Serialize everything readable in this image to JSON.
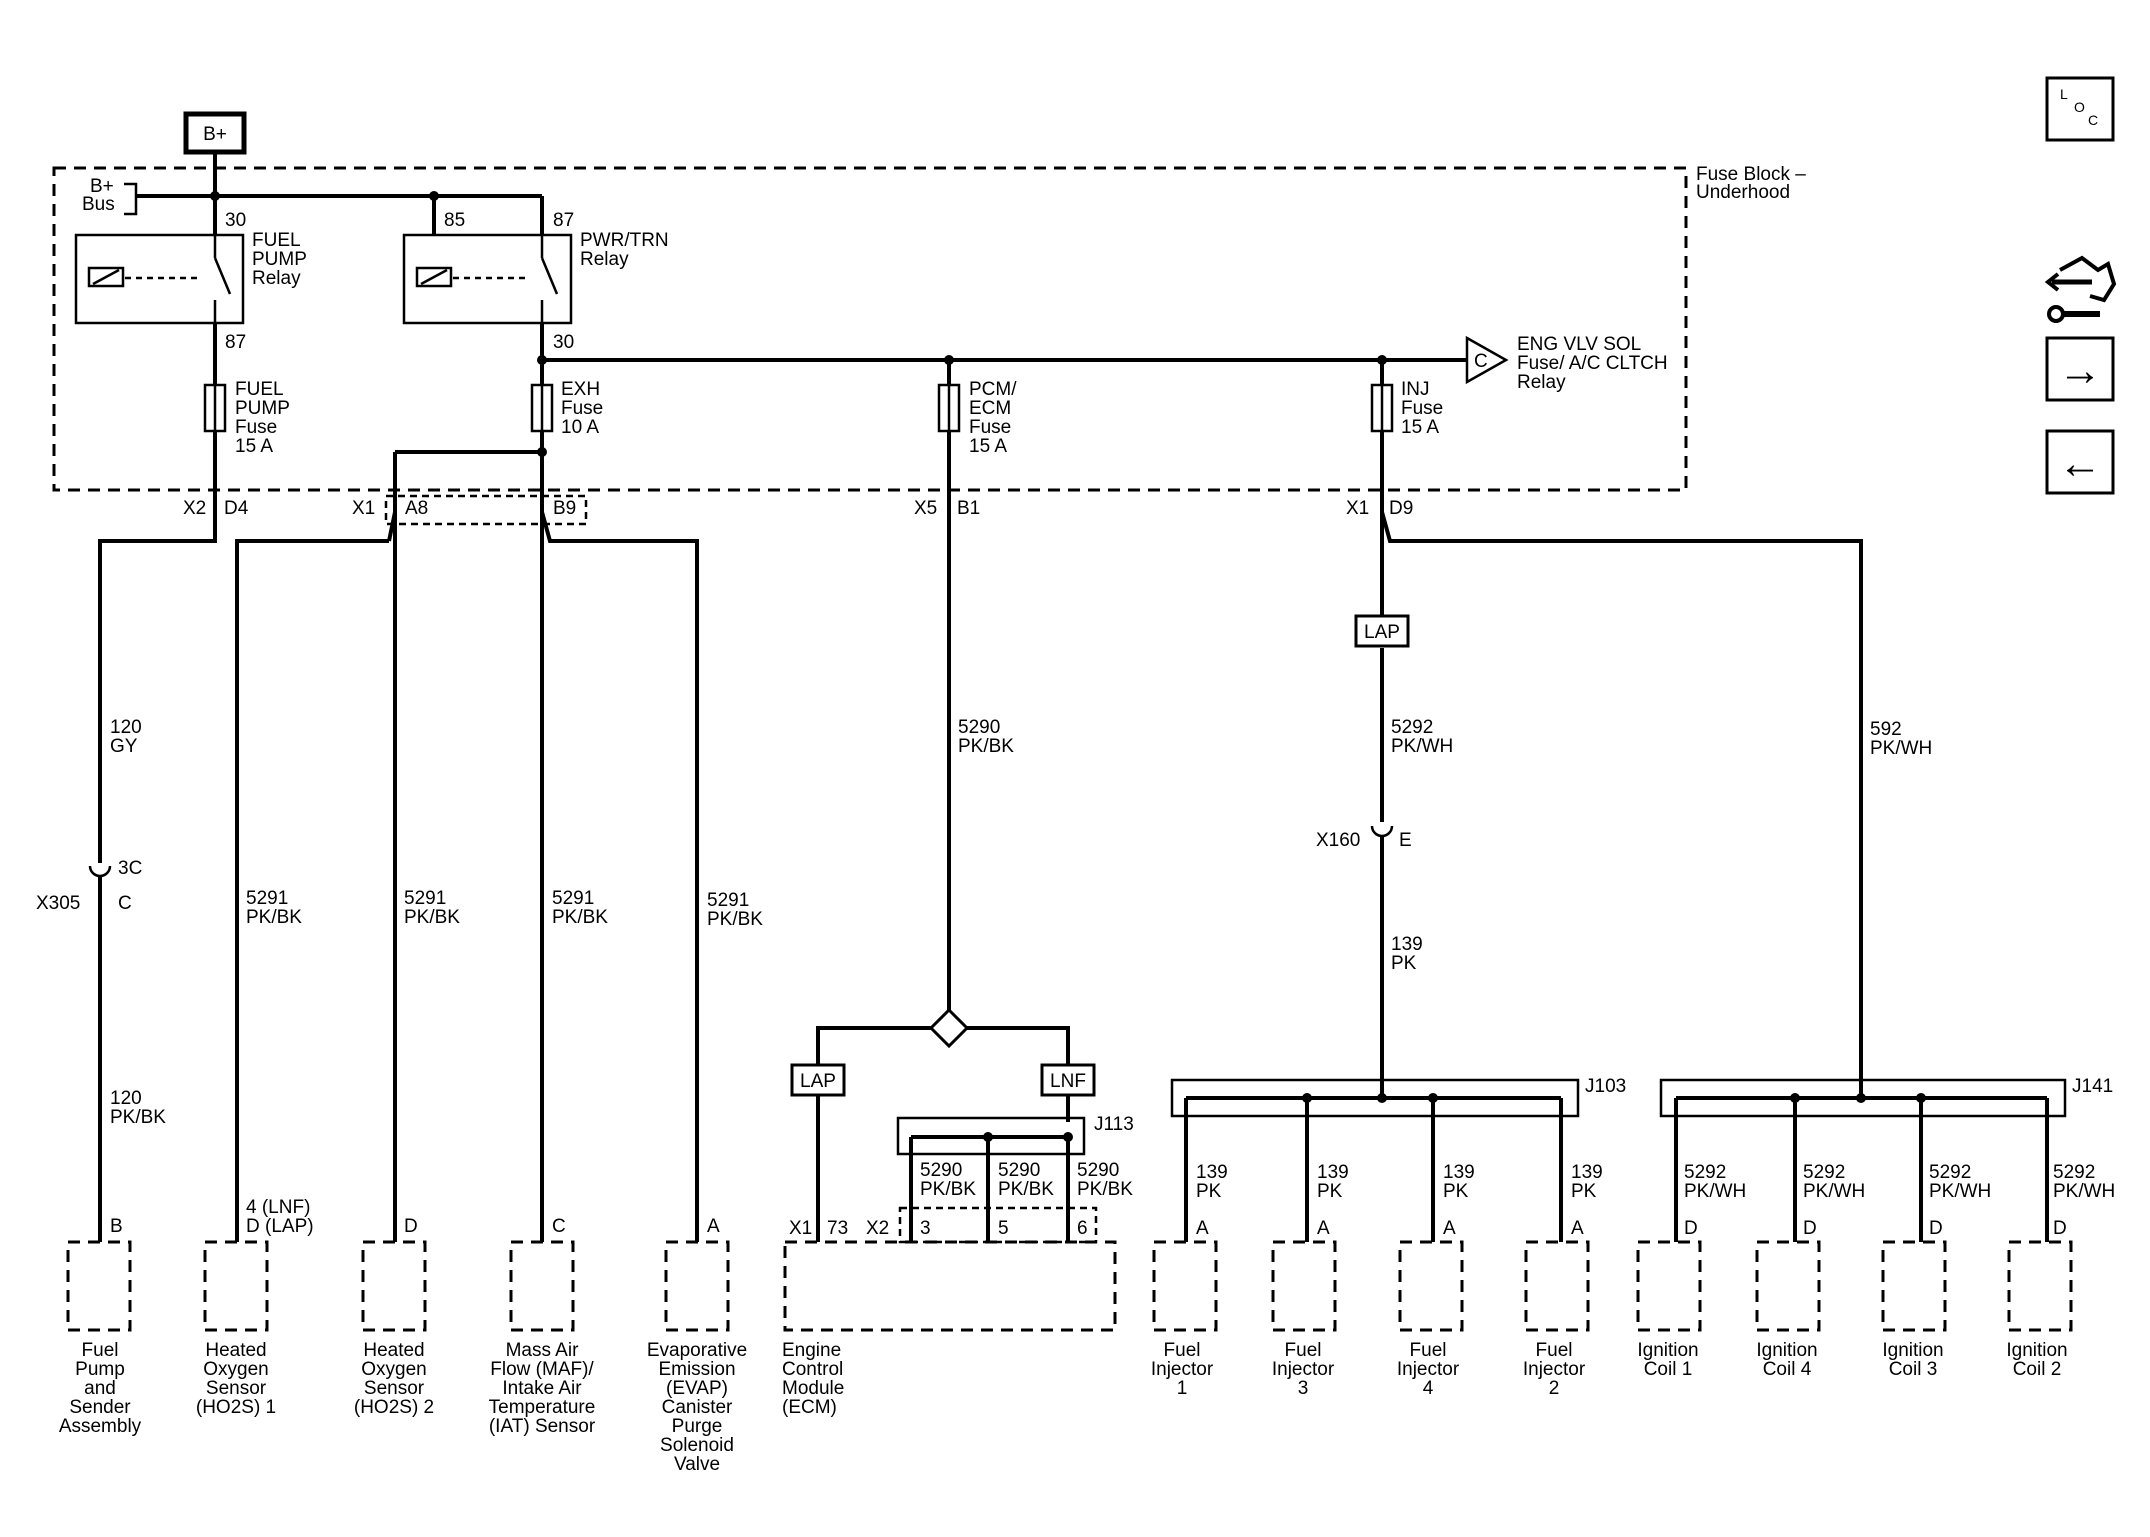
{
  "diagram": {
    "bplus": "B+",
    "fuse_block_title": [
      "Fuse Block –",
      "Underhood"
    ],
    "bus_label": [
      "B+",
      "Bus"
    ],
    "relays": {
      "fuel_pump": {
        "label": [
          "FUEL",
          "PUMP",
          "Relay"
        ],
        "pin_in": "30",
        "pin_out": "87"
      },
      "pwr_trn": {
        "label": [
          "PWR/TRN",
          "Relay"
        ],
        "pin_coil": "85",
        "pin_in": "87",
        "pin_out": "30"
      }
    },
    "fuses": {
      "fuel_pump": [
        "FUEL",
        "PUMP",
        "Fuse",
        "15 A"
      ],
      "exh": [
        "EXH",
        "Fuse",
        "10 A"
      ],
      "pcm_ecm": [
        "PCM/",
        "ECM",
        "Fuse",
        "15 A"
      ],
      "inj": [
        "INJ",
        "Fuse",
        "15 A"
      ]
    },
    "offpage": {
      "letter": "C",
      "label": [
        "ENG VLV SOL",
        "Fuse/ A/C CLTCH",
        "Relay"
      ]
    },
    "connectors": {
      "x2_d4": [
        "X2",
        "D4"
      ],
      "x1_a8": [
        "X1",
        "A8"
      ],
      "b9": "B9",
      "x5_b1": [
        "X5",
        "B1"
      ],
      "x1_d9": [
        "X1",
        "D9"
      ],
      "x305": [
        "3C",
        "X305",
        "C"
      ],
      "x160": [
        "X160",
        "E"
      ]
    },
    "wires": {
      "w120gy": [
        "120",
        "GY"
      ],
      "w120pkbk": [
        "120",
        "PK/BK"
      ],
      "w5291_a": [
        "5291",
        "PK/BK"
      ],
      "w5291_b": [
        "5291",
        "PK/BK"
      ],
      "w5291_c": [
        "5291",
        "PK/BK"
      ],
      "w5291_d": [
        "5291",
        "PK/BK"
      ],
      "w5290": [
        "5290",
        "PK/BK"
      ],
      "w5290_3": [
        "5290",
        "PK/BK"
      ],
      "w5290_5": [
        "5290",
        "PK/BK"
      ],
      "w5290_6": [
        "5290",
        "PK/BK"
      ],
      "w5292": [
        "5292",
        "PK/WH"
      ],
      "w139": [
        "139",
        "PK"
      ],
      "w592": [
        "592",
        "PK/WH"
      ],
      "w139_1": [
        "139",
        "PK"
      ],
      "w139_3": [
        "139",
        "PK"
      ],
      "w139_4": [
        "139",
        "PK"
      ],
      "w139_2": [
        "139",
        "PK"
      ],
      "w5292_1": [
        "5292",
        "PK/WH"
      ],
      "w5292_4": [
        "5292",
        "PK/WH"
      ],
      "w5292_3": [
        "5292",
        "PK/WH"
      ],
      "w5292_2": [
        "5292",
        "PK/WH"
      ]
    },
    "options": {
      "lap": "LAP",
      "lnf": "LNF"
    },
    "splices": {
      "j113": "J113",
      "j103": "J103",
      "j141": "J141"
    },
    "pins": {
      "fuel_pump": "B",
      "ho2s1": [
        "4 (LNF)",
        "D (LAP)"
      ],
      "ho2s2": "D",
      "maf": "C",
      "evap": "A",
      "ecm": [
        "X1",
        "73",
        "X2",
        "3",
        "5",
        "6"
      ],
      "inj1": "A",
      "inj3": "A",
      "inj4": "A",
      "inj2": "A",
      "coil1": "D",
      "coil4": "D",
      "coil3": "D",
      "coil2": "D"
    },
    "components": {
      "fuel_pump": [
        "Fuel",
        "Pump",
        "and",
        "Sender",
        "Assembly"
      ],
      "ho2s1": [
        "Heated",
        "Oxygen",
        "Sensor",
        "(HO2S) 1"
      ],
      "ho2s2": [
        "Heated",
        "Oxygen",
        "Sensor",
        "(HO2S) 2"
      ],
      "maf": [
        "Mass Air",
        "Flow (MAF)/",
        "Intake Air",
        "Temperature",
        "(IAT) Sensor"
      ],
      "evap": [
        "Evaporative",
        "Emission",
        "(EVAP)",
        "Canister",
        "Purge",
        "Solenoid",
        "Valve"
      ],
      "ecm": [
        "Engine",
        "Control",
        "Module",
        "(ECM)"
      ],
      "inj1": [
        "Fuel",
        "Injector",
        "1"
      ],
      "inj3": [
        "Fuel",
        "Injector",
        "3"
      ],
      "inj4": [
        "Fuel",
        "Injector",
        "4"
      ],
      "inj2": [
        "Fuel",
        "Injector",
        "2"
      ],
      "coil1": [
        "Ignition",
        "Coil 1"
      ],
      "coil4": [
        "Ignition",
        "Coil 4"
      ],
      "coil3": [
        "Ignition",
        "Coil 3"
      ],
      "coil2": [
        "Ignition",
        "Coil 2"
      ]
    }
  },
  "nav": {
    "loc": [
      "L",
      "O",
      "C"
    ],
    "arrow_right": "→",
    "arrow_left": "←"
  }
}
